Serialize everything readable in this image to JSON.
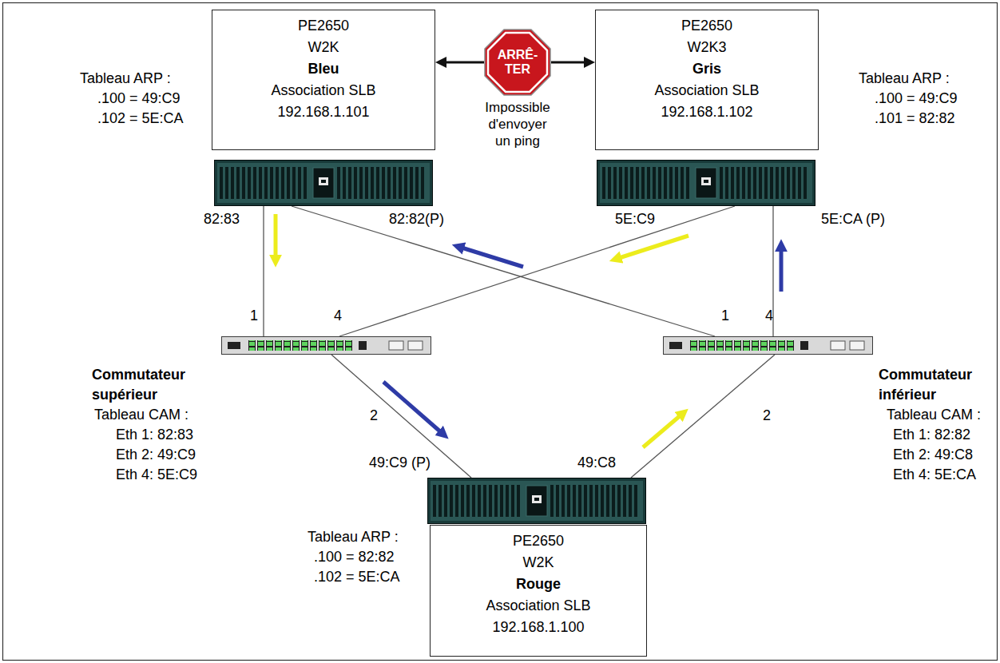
{
  "diagram": {
    "nodes": [
      {
        "text": [
          "PE2650",
          "W2K",
          "Bleu",
          "Association SLB",
          "192.168.1.101"
        ]
      },
      {
        "text": [
          "ARRÊ- TER"
        ]
      },
      {
        "text": [
          "PE2650",
          "W2K3",
          "Gris",
          "Association SLB",
          "192.168.1.102"
        ]
      },
      {
        "text": [
          "PE2650",
          "W2K",
          "Rouge",
          "Association SLB",
          "192.168.1.100"
        ]
      }
    ],
    "edges": [
      {
        "from": 1,
        "to": 0,
        "arrow": "to"
      },
      {
        "from": 1,
        "to": 2,
        "arrow": "to"
      }
    ],
    "labels": [
      "Tableau ARP :",
      ".100 = 49:C9",
      ".102 = 5E:CA",
      "Impossible d'envoyer un ping",
      "Tableau ARP :",
      ".100 = 49:C9",
      ".101 = 82:82",
      "82:83",
      "82:82(P)",
      "5E:C9",
      "5E:CA (P)",
      "1",
      "4",
      "1",
      "4",
      "Commutateur supérieur",
      "Tableau CAM :",
      "Eth 1: 82:83",
      "Eth 2: 49:C9",
      "Eth 4: 5E:C9",
      "2",
      "2",
      "Commutateur inférieur",
      "Tableau CAM :",
      "Eth 1: 82:82",
      "Eth 2: 49:C8",
      "Eth 4: 5E:CA",
      "49:C9 (P)",
      "49:C8",
      "Tableau ARP :",
      ".100 = 82:82",
      ".102 = 5E:CA"
    ]
  }
}
